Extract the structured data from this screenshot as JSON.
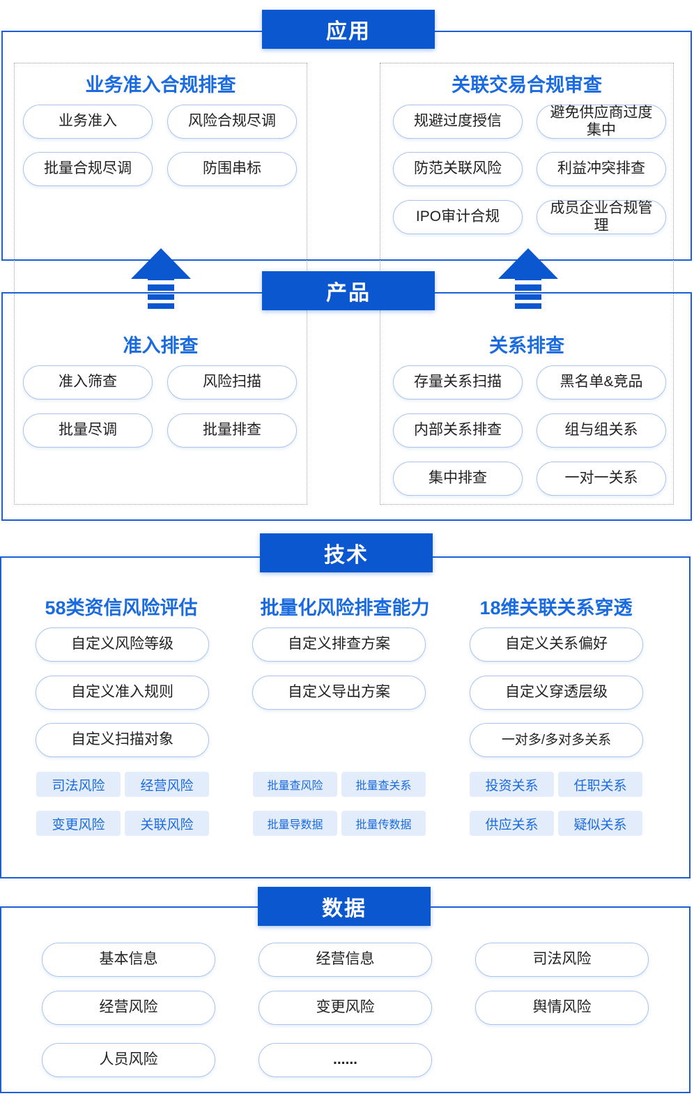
{
  "banners": {
    "application": "应用",
    "product": "产品",
    "technology": "技术",
    "data": "数据"
  },
  "application": {
    "left": {
      "title": "业务准入合规排查",
      "items": [
        "业务准入",
        "风险合规尽调",
        "批量合规尽调",
        "防围串标"
      ]
    },
    "right": {
      "title": "关联交易合规审查",
      "items": [
        "规避过度授信",
        "避免供应商过度集中",
        "防范关联风险",
        "利益冲突排查",
        "IPO审计合规",
        "成员企业合规管理"
      ]
    }
  },
  "product": {
    "left": {
      "title": "准入排查",
      "items": [
        "准入筛查",
        "风险扫描",
        "批量尽调",
        "批量排查"
      ]
    },
    "right": {
      "title": "关系排查",
      "items": [
        "存量关系扫描",
        "黑名单&竞品",
        "内部关系排查",
        "组与组关系",
        "集中排查",
        "一对一关系"
      ]
    }
  },
  "technology": {
    "col1": {
      "title": "58类资信风险评估",
      "items": [
        "自定义风险等级",
        "自定义准入规则",
        "自定义扫描对象"
      ],
      "tags": [
        "司法风险",
        "经营风险",
        "变更风险",
        "关联风险"
      ]
    },
    "col2": {
      "title": "批量化风险排查能力",
      "items": [
        "自定义排查方案",
        "自定义导出方案"
      ],
      "tags": [
        "批量查风险",
        "批量查关系",
        "批量导数据",
        "批量传数据"
      ]
    },
    "col3": {
      "title": "18维关联关系穿透",
      "items": [
        "自定义关系偏好",
        "自定义穿透层级",
        "一对多/多对多关系"
      ],
      "tags": [
        "投资关系",
        "任职关系",
        "供应关系",
        "疑似关系"
      ]
    }
  },
  "data_section": {
    "items": [
      "基本信息",
      "经营信息",
      "司法风险",
      "经营风险",
      "变更风险",
      "舆情风险",
      "人员风险",
      "......"
    ]
  },
  "colors": {
    "accent": "#0a57d0",
    "frame": "#1a5fd6",
    "heading": "#1a6be0",
    "pill_border": "#a9c4ef",
    "tag_bg": "#e3ecfa"
  },
  "icons": [
    "up-arrow-icon"
  ]
}
